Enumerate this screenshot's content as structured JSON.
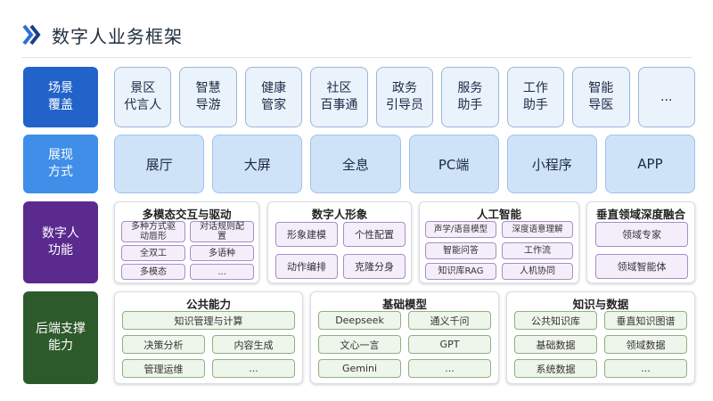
{
  "title": "数字人业务框架",
  "rows": [
    {
      "label": "场景\n覆盖"
    },
    {
      "label": "展现\n方式"
    },
    {
      "label": "数字人\n功能"
    },
    {
      "label": "后端支撑\n能力"
    }
  ],
  "scenes": [
    "景区\n代言人",
    "智慧\n导游",
    "健康\n管家",
    "社区\n百事通",
    "政务\n引导员",
    "服务\n助手",
    "工作\n助手",
    "智能\n导医",
    "..."
  ],
  "displays": [
    "展厅",
    "大屏",
    "全息",
    "PC端",
    "小程序",
    "APP"
  ],
  "functions": [
    {
      "title": "多模态交互与驱动",
      "items": [
        "多种方式驱\n动唇形",
        "对话规则配\n置",
        "全双工",
        "多语种",
        "多模态",
        "..."
      ]
    },
    {
      "title": "数字人形象",
      "items": [
        "形象建模",
        "个性配置",
        "动作编排",
        "克隆分身"
      ]
    },
    {
      "title": "人工智能",
      "items": [
        "声学/语音模型",
        "深度语意理解",
        "智能问答",
        "工作流",
        "知识库RAG",
        "人机协同"
      ]
    },
    {
      "title": "垂直领域深度融合",
      "items": [
        "领域专家",
        "领域智能体"
      ]
    }
  ],
  "backend": [
    {
      "title": "公共能力",
      "items": [
        "知识管理与计算",
        "决策分析",
        "内容生成",
        "管理运维",
        "..."
      ]
    },
    {
      "title": "基础模型",
      "items": [
        "Deepseek",
        "通义千问",
        "文心一言",
        "GPT",
        "Gemini",
        "..."
      ]
    },
    {
      "title": "知识与数据",
      "items": [
        "公共知识库",
        "垂直知识图谱",
        "基础数据",
        "领域数据",
        "系统数据",
        "..."
      ]
    }
  ]
}
